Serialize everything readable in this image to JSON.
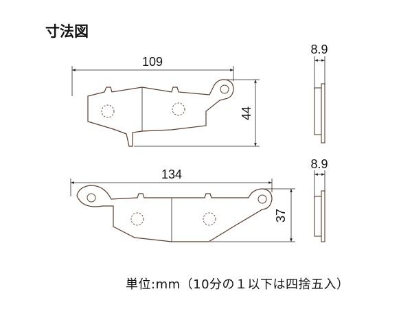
{
  "title": "寸法図",
  "pad1": {
    "width": "109",
    "height": "44",
    "thickness": "8.9"
  },
  "pad2": {
    "width": "134",
    "height": "37",
    "thickness": "8.9"
  },
  "footnote": "単位:mm（10分の１以下は四捨五入）"
}
